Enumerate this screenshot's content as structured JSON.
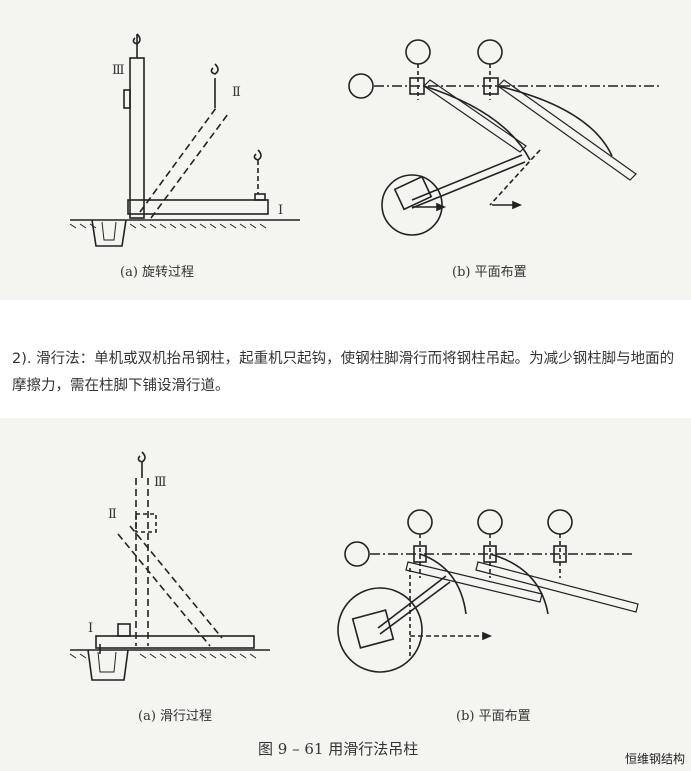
{
  "figure1": {
    "roman": {
      "three": "Ⅲ",
      "two": "Ⅱ",
      "one": "Ⅰ"
    },
    "caption_a": "(a)  旋转过程",
    "caption_b": "(b)  平面布置"
  },
  "paragraph": "2). 滑行法：单机或双机抬吊钢柱，起重机只起钩，使钢柱脚滑行而将钢柱吊起。为减少钢柱脚与地面的摩擦力，需在柱脚下铺设滑行道。",
  "figure2": {
    "roman": {
      "three": "Ⅲ",
      "two": "Ⅱ",
      "one": "Ⅰ"
    },
    "caption_a": "(a)  滑行过程",
    "caption_b": "(b)  平面布置",
    "figure_title": "图 9 – 61    用滑行法吊柱"
  },
  "watermark": "恒维钢结构"
}
